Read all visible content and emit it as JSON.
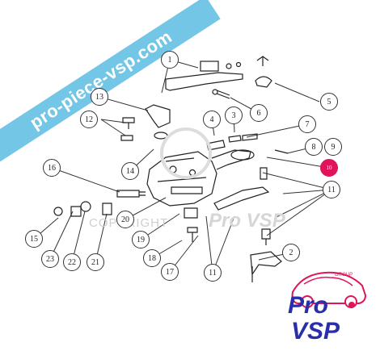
{
  "banner_text": "pro-piece-vsp.com",
  "watermark_text": "COPYRIGHT",
  "watermark_brand": "Pro VSP",
  "logo": {
    "group": "GROUP",
    "pro": "Pro",
    "vsp": "VSP",
    "accent": "#e0145a",
    "brand_color": "#2a2ea8"
  },
  "highlight_color": "#e0145a",
  "callouts": [
    {
      "label": "1"
    },
    {
      "label": "5"
    },
    {
      "label": "6"
    },
    {
      "label": "13"
    },
    {
      "label": "12"
    },
    {
      "label": "4"
    },
    {
      "label": "3"
    },
    {
      "label": "7"
    },
    {
      "label": "8"
    },
    {
      "label": "9"
    },
    {
      "label": "10",
      "highlight": true
    },
    {
      "label": "14"
    },
    {
      "label": "16"
    },
    {
      "label": "11"
    },
    {
      "label": "20"
    },
    {
      "label": "15"
    },
    {
      "label": "23"
    },
    {
      "label": "22"
    },
    {
      "label": "21"
    },
    {
      "label": "19"
    },
    {
      "label": "18"
    },
    {
      "label": "17"
    },
    {
      "label": "11"
    },
    {
      "label": "2"
    }
  ]
}
